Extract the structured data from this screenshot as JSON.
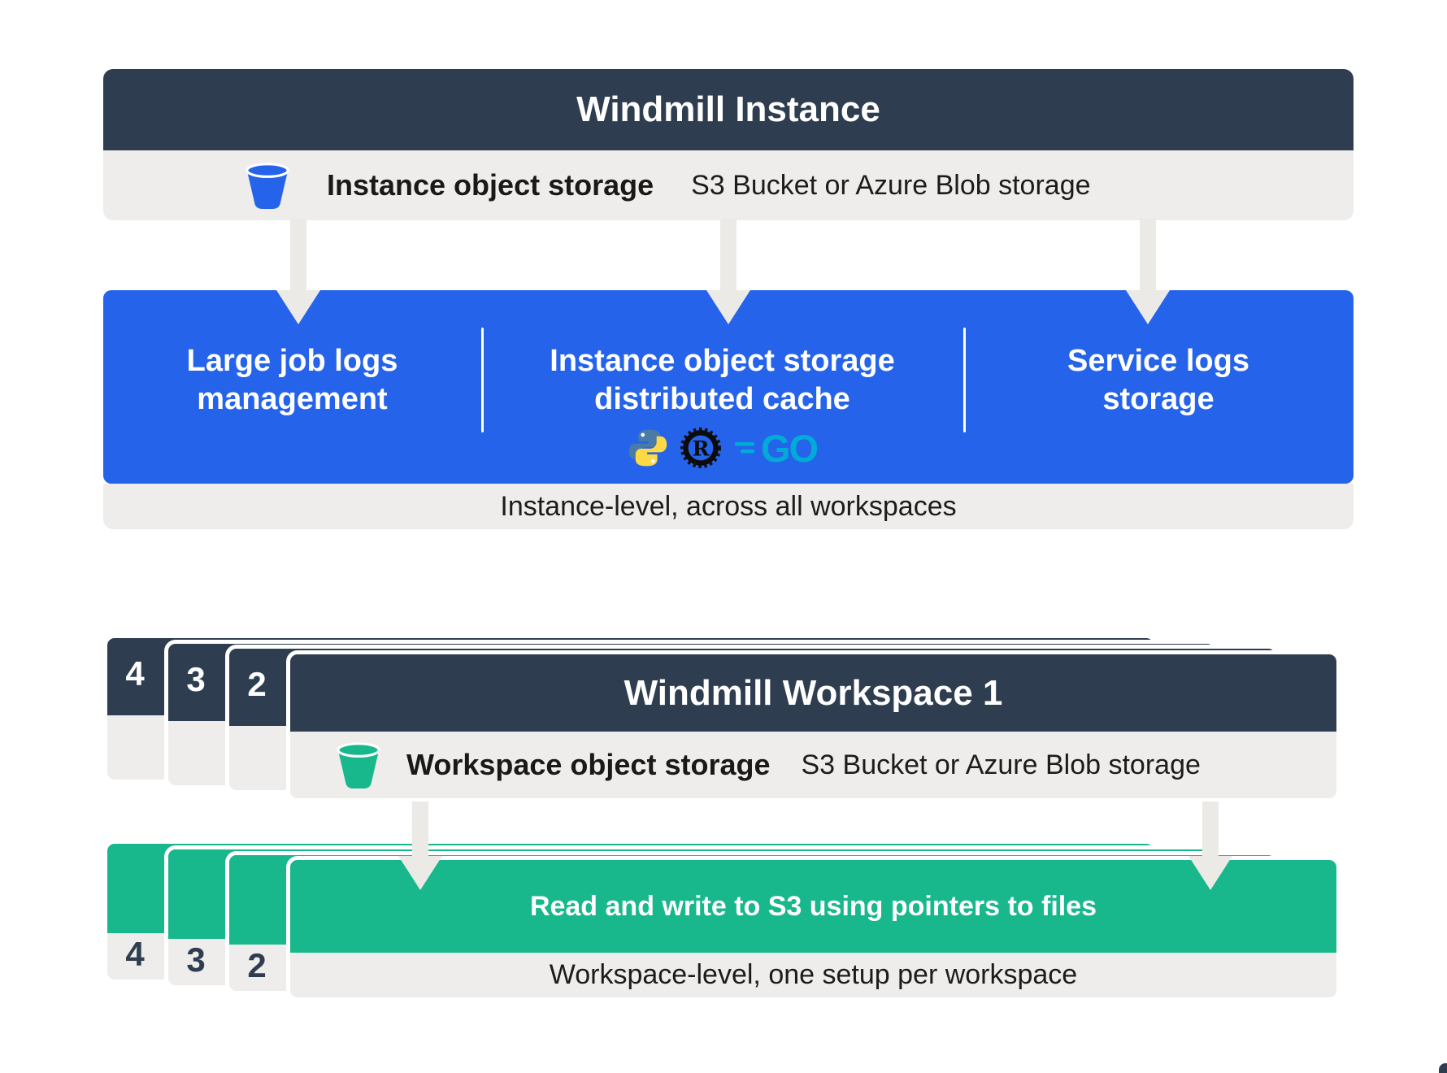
{
  "colors": {
    "dark_slate": "#2e3e50",
    "blue": "#2563eb",
    "green": "#18b88c",
    "light_gray": "#eeedeb",
    "arrow_gray": "#ebeae7",
    "go_cyan": "#00acd7",
    "python_blue": "#4a7ba6",
    "python_yellow": "#ffd845"
  },
  "instance": {
    "title": "Windmill Instance",
    "storage_row": {
      "label": "Instance object storage",
      "detail": "S3 Bucket or Azure Blob storage"
    },
    "features": [
      {
        "line1": "Large job logs",
        "line2": "management"
      },
      {
        "line1": "Instance object storage",
        "line2": "distributed cache"
      },
      {
        "line1": "Service logs",
        "line2": "storage"
      }
    ],
    "caption": "Instance-level, across all workspaces"
  },
  "workspace": {
    "stack_numbers": [
      "4",
      "3",
      "2"
    ],
    "title": "Windmill Workspace 1",
    "storage_row": {
      "label": "Workspace object storage",
      "detail": "S3 Bucket or Azure Blob storage"
    },
    "action": "Read and write to S3 using pointers to files",
    "caption": "Workspace-level, one setup per workspace"
  },
  "icons": {
    "instance_bucket": "blue-bucket-icon",
    "workspace_bucket": "green-bucket-icon",
    "languages": [
      "python",
      "rust",
      "go"
    ],
    "rust_label": "R",
    "go_label": "GO"
  }
}
